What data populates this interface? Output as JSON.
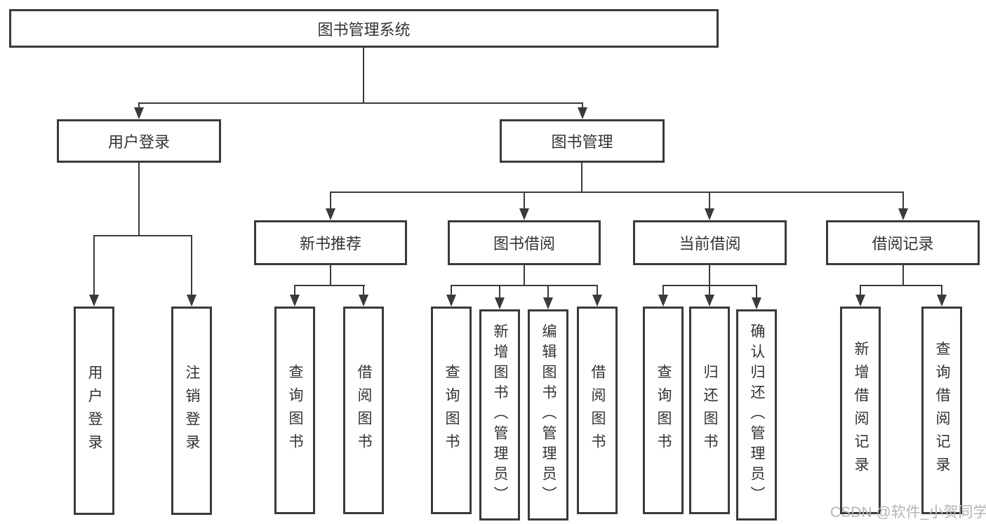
{
  "tree": {
    "root": {
      "label": "图书管理系统"
    },
    "branches": [
      {
        "label": "用户登录",
        "children": [
          {
            "label": "用户登录"
          },
          {
            "label": "注销登录"
          }
        ]
      },
      {
        "label": "图书管理",
        "children": [
          {
            "label": "新书推荐",
            "children": [
              {
                "label": "查询图书"
              },
              {
                "label": "借阅图书"
              }
            ]
          },
          {
            "label": "图书借阅",
            "children": [
              {
                "label": "查询图书"
              },
              {
                "label": "新增图书（管理员）"
              },
              {
                "label": "编辑图书（管理员）"
              },
              {
                "label": "借阅图书"
              }
            ]
          },
          {
            "label": "当前借阅",
            "children": [
              {
                "label": "查询图书"
              },
              {
                "label": "归还图书"
              },
              {
                "label": "确认归还（管理员）"
              }
            ]
          },
          {
            "label": "借阅记录",
            "children": [
              {
                "label": "新增借阅记录"
              },
              {
                "label": "查询借阅记录"
              }
            ]
          }
        ]
      }
    ]
  },
  "watermark": "CSDN @软件_小贺同学",
  "colors": {
    "line": "#3a3a3a",
    "text": "#333333",
    "watermark": "#b5b5b5",
    "background": "#ffffff"
  }
}
